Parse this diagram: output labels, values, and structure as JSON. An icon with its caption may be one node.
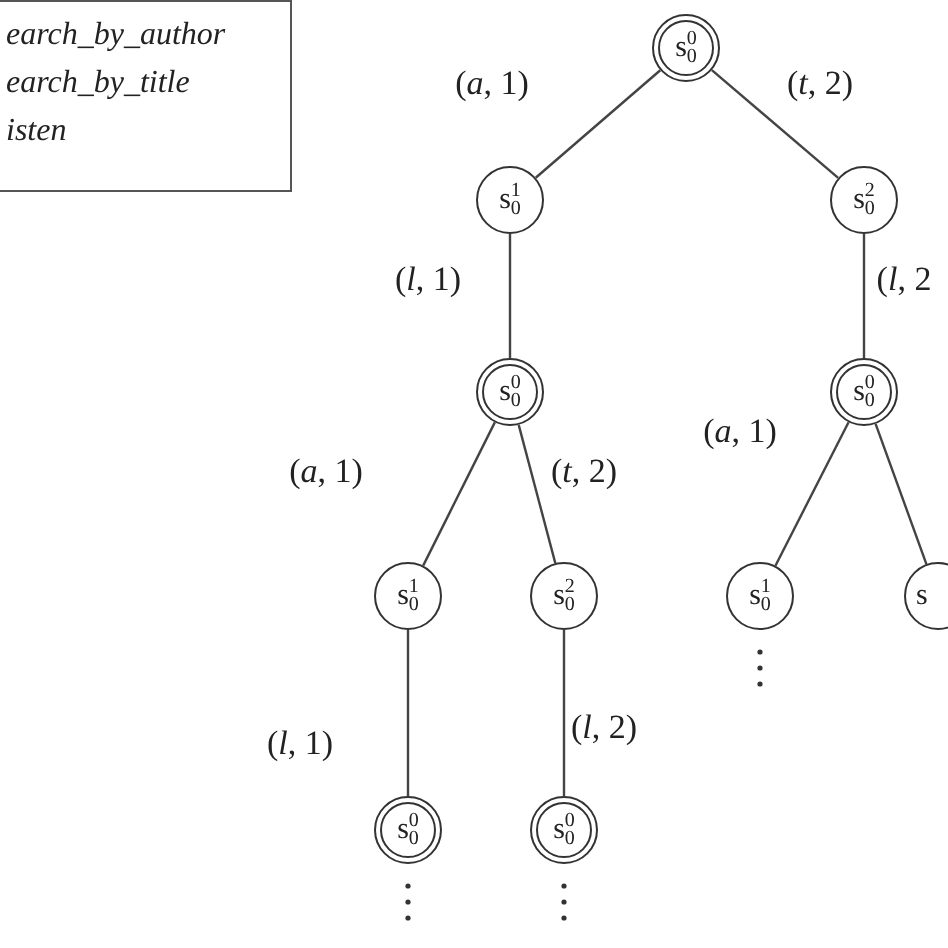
{
  "diagram": {
    "nodes": [
      {
        "text": [
          "s$^{0}$$_{0}$"
        ]
      },
      {
        "text": [
          "s$^{1}$$_{0}$"
        ]
      },
      {
        "text": [
          "s$^{2}$$_{0}$"
        ]
      },
      {
        "text": [
          "s$^{0}$$_{0}$"
        ]
      },
      {
        "text": [
          "s$^{0}$$_{0}$"
        ]
      },
      {
        "text": [
          "s$^{1}$$_{0}$"
        ]
      },
      {
        "text": [
          "s$^{2}$$_{0}$"
        ]
      },
      {
        "text": [
          "s$^{1}$$_{0}$"
        ]
      },
      {
        "text": [
          "s"
        ]
      },
      {
        "text": [
          "s$^{0}$$_{0}$"
        ]
      },
      {
        "text": [
          "s$^{0}$$_{0}$"
        ]
      }
    ],
    "edges": [
      {
        "from": 0,
        "to": 1,
        "arrow": "none",
        "label": "(*a*, 1)"
      },
      {
        "from": 0,
        "to": 2,
        "arrow": "none",
        "label": "(*t*, 2)"
      },
      {
        "from": 1,
        "to": 3,
        "arrow": "none",
        "label": "(*l*, 1)"
      },
      {
        "from": 2,
        "to": 4,
        "arrow": "none",
        "label": "(*l*, 2"
      },
      {
        "from": 3,
        "to": 5,
        "arrow": "none",
        "label": "(*a*, 1)"
      },
      {
        "from": 3,
        "to": 6,
        "arrow": "none",
        "label": "(*t*, 2)"
      },
      {
        "from": 4,
        "to": 7,
        "arrow": "none",
        "label": "(*a*, 1)"
      },
      {
        "from": 4,
        "to": 8,
        "arrow": "none"
      },
      {
        "from": 5,
        "to": 9,
        "arrow": "none",
        "label": "(*l*, 1)"
      },
      {
        "from": 6,
        "to": 10,
        "arrow": "none",
        "label": "(*l*, 2)"
      }
    ],
    "labels": [
      "earch_by_author",
      "earch_by_title",
      "isten"
    ]
  }
}
